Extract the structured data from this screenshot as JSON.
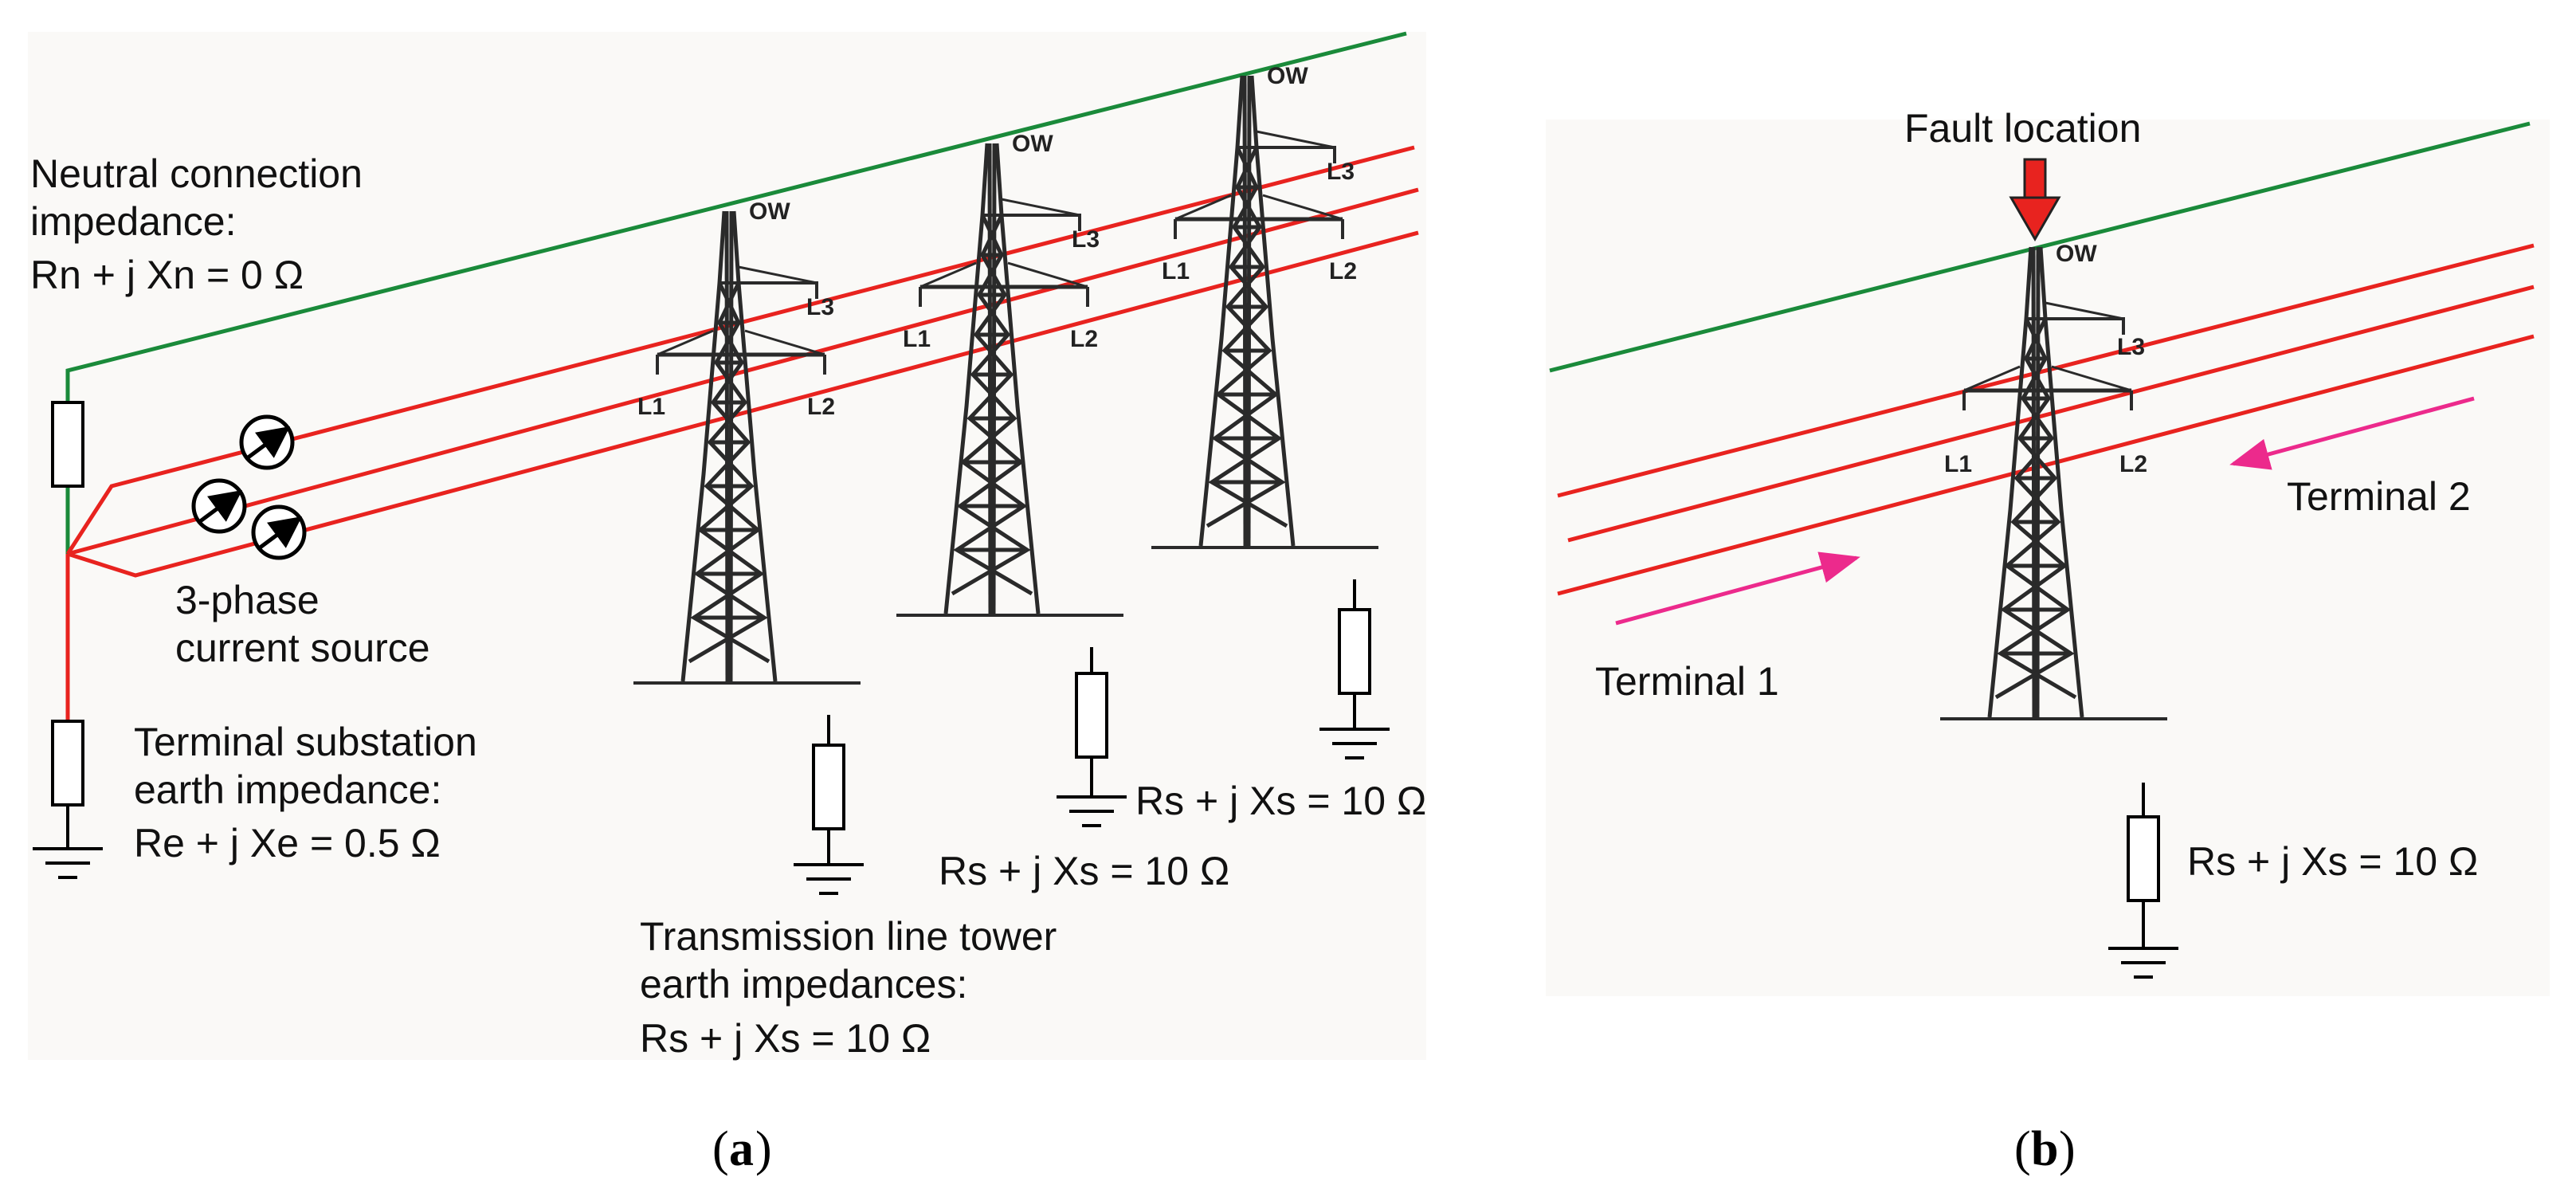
{
  "panel_a": {
    "caption": "a",
    "neutral": {
      "line1": "Neutral connection",
      "line2": "impedance:",
      "line3": "Rn + j Xn = 0 Ω"
    },
    "source": {
      "line1": "3-phase",
      "line2": "current source"
    },
    "substation": {
      "line1": "Terminal substation",
      "line2": "earth impedance:",
      "line3": "Re + j Xe = 0.5 Ω"
    },
    "tower_earth": {
      "line1": "Transmission line tower",
      "line2": "earth impedances:",
      "line3": "Rs + j Xs = 10 Ω"
    },
    "tower2_imp": "Rs + j Xs = 10 Ω",
    "tower3_imp": "Rs + j Xs = 10 Ω",
    "tag_ow": "OW",
    "tag_l1": "L1",
    "tag_l2": "L2",
    "tag_l3": "L3"
  },
  "panel_b": {
    "caption": "b",
    "fault": "Fault location",
    "terminal1": "Terminal 1",
    "terminal2": "Terminal 2",
    "tower_imp": "Rs + j Xs = 10 Ω",
    "tag_ow": "OW",
    "tag_l1": "L1",
    "tag_l2": "L2",
    "tag_l3": "L3"
  },
  "colors": {
    "ground_wire": "#1a8a3a",
    "phase": "#e8231f",
    "arrow_terminal": "#ec2a8c",
    "fault_arrow": "#e8231f",
    "tower": "#2a2a2a"
  }
}
